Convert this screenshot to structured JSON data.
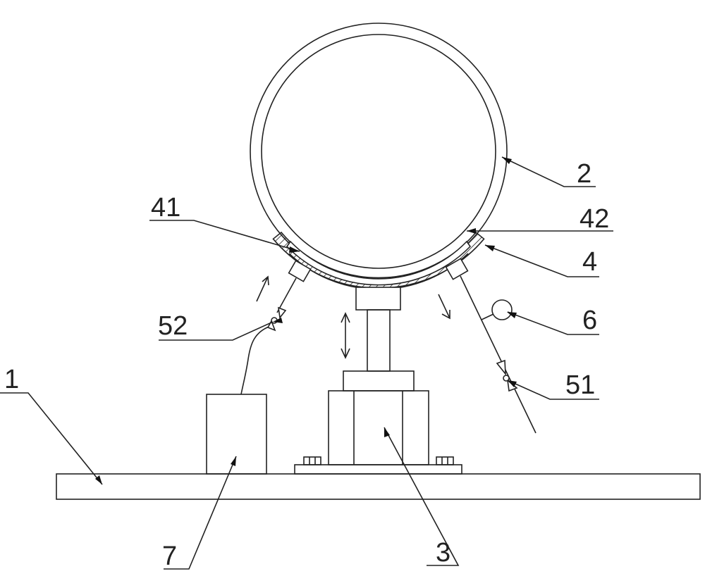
{
  "labels": {
    "l1": "1",
    "l2": "2",
    "l3": "3",
    "l4": "4",
    "l41": "41",
    "l42": "42",
    "l51": "51",
    "l52": "52",
    "l6": "6",
    "l7": "7"
  }
}
